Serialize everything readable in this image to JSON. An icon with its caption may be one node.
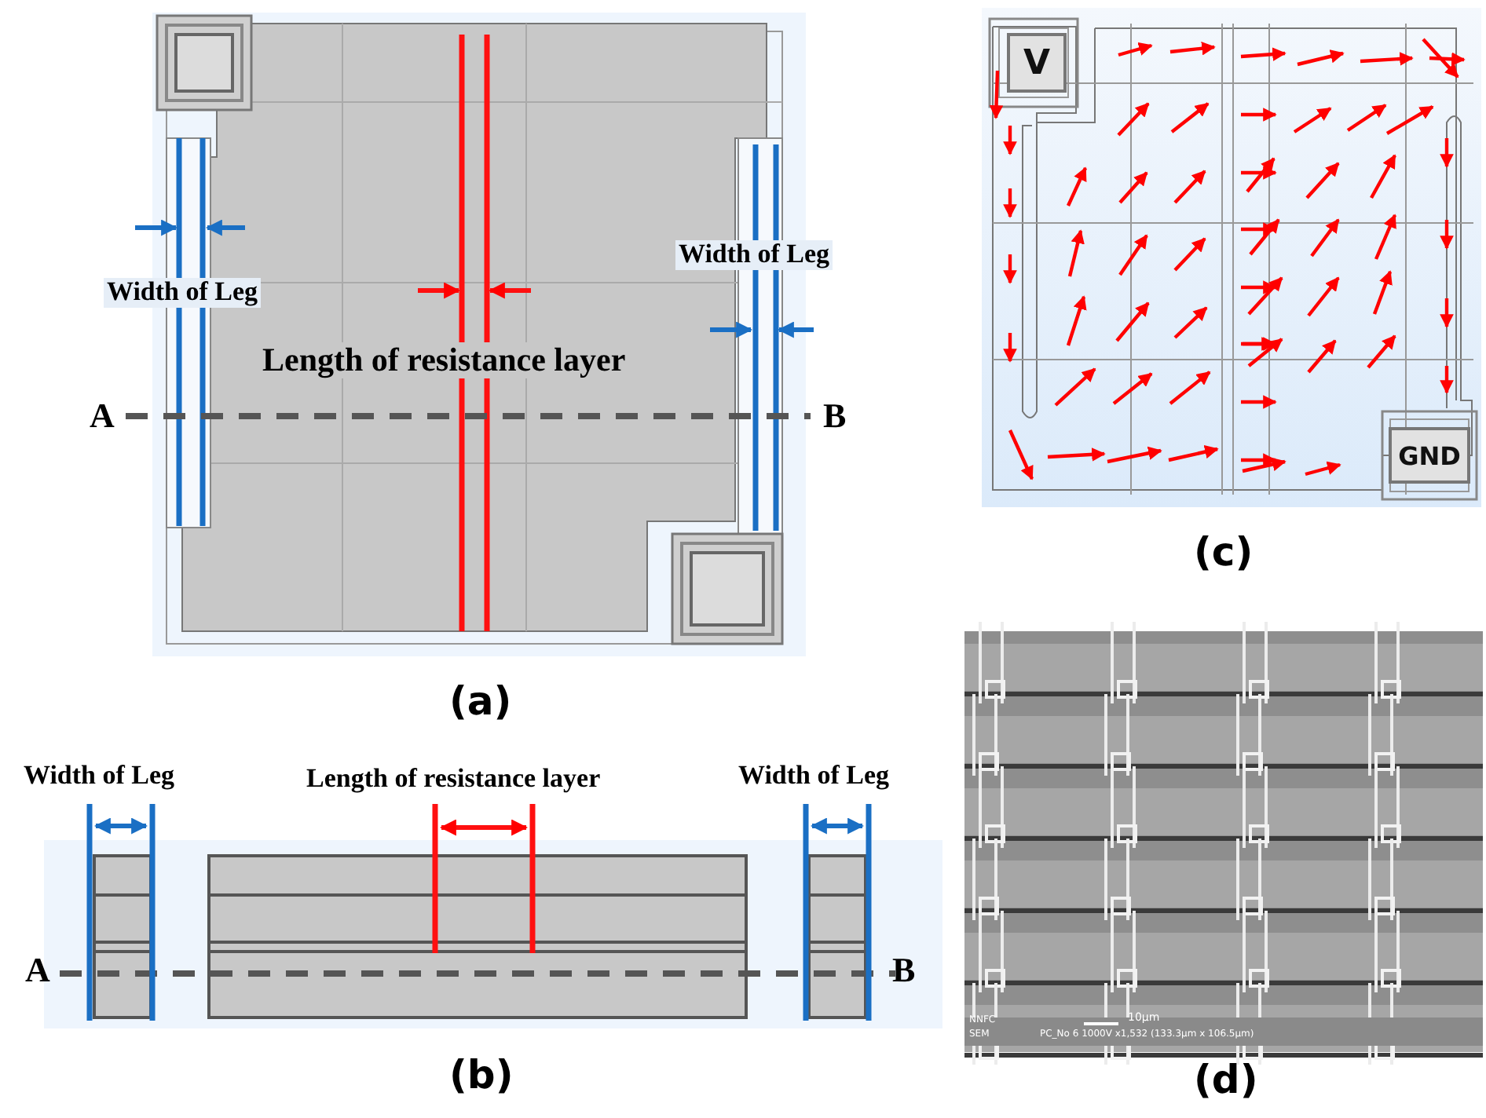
{
  "diagram": {
    "nodes": [
      {
        "text": [
          "V"
        ]
      },
      {
        "text": [
          "GND"
        ]
      }
    ],
    "labels": [
      "Width of Leg",
      "Width of Leg",
      "Length of resistance layer",
      "A",
      "B",
      "(a)",
      "(c)",
      "Width of Leg",
      "Length of resistance layer",
      "Width of Leg",
      "A",
      "B",
      "(b)",
      "NNFC",
      "10μm",
      "SEM",
      "PC_No 6 1000V x1,532 (133.3μm x 106.5μm)",
      "(d)"
    ]
  }
}
